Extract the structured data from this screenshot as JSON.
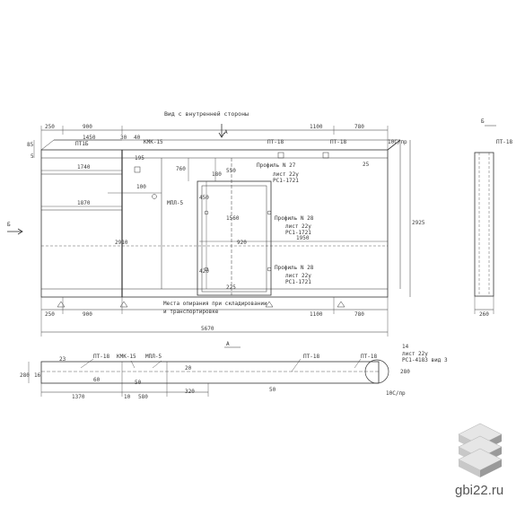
{
  "drawing": {
    "view_title": "Вид с внутренней стороны",
    "section_arrow_label": "А",
    "side_view_label": "Б",
    "side_arrow_label": "Б",
    "note_supports": "Места опирания при складировании",
    "note_supports_2": "и транспортировке",
    "top_dims": {
      "d250": "250",
      "d900": "900",
      "d1100": "1100",
      "d780": "780"
    },
    "top_dims_2": {
      "d1450": "1450",
      "d30": "30",
      "d40": "40"
    },
    "left_dims": {
      "d85": "85",
      "d5": "5"
    },
    "inner_dims": {
      "d1740": "1740",
      "d1870": "1870",
      "d2910": "2910",
      "d1950": "1950",
      "d920": "920",
      "d1560": "1560",
      "d550": "550",
      "d180": "180",
      "d450": "450",
      "d420": "420",
      "d225": "225",
      "d760": "760",
      "d100": "100",
      "d195": "195"
    },
    "right_dims": {
      "d2925": "2925",
      "d25": "25",
      "d260": "260"
    },
    "bottom_dims": {
      "d250": "250",
      "d900": "900",
      "d1100": "1100",
      "d780": "780",
      "d5670": "5670"
    },
    "labels": {
      "pt1b_top": "ПТ1Б",
      "kmk15": "КМК-15",
      "pt18_a": "ПТ-18",
      "pt18_b": "ПТ-18",
      "ug10": "10С/пр",
      "mpl5": "МПЛ-5",
      "profile27": "Профиль N 27",
      "profile28a": "Профиль N 28",
      "profile28b": "Профиль N 28",
      "list22": "лист 22у",
      "rs1721": "РС1-1721",
      "list22b": "лист 22у",
      "rs1721b": "РС1-1721",
      "list22c": "лист 22у",
      "rs1721c": "РС1-1721",
      "pt18_side": "ПТ-18"
    },
    "section": {
      "d280": "280",
      "d16": "16",
      "d23": "23",
      "d60": "60",
      "d1370": "1370",
      "d10": "10",
      "d580": "580",
      "d320": "320",
      "d20": "20",
      "d50": "50",
      "d50b": "50",
      "pt18_1": "ПТ-18",
      "kmk15": "КМК-15",
      "mpl5": "МПЛ-5",
      "pt18_2": "ПТ-18",
      "pt18_3": "ПТ-18",
      "d14": "14",
      "list22": "лист 22у",
      "rs4183": "РС1-4183 вид 3",
      "d280r": "280",
      "ug10": "10С/пр"
    }
  },
  "brand": {
    "site": "gbi22.ru"
  },
  "colors": {
    "ink": "#333333",
    "cube_light": "#e6e6e6",
    "cube_mid": "#c8c8c8",
    "cube_dark": "#9a9a9a"
  }
}
